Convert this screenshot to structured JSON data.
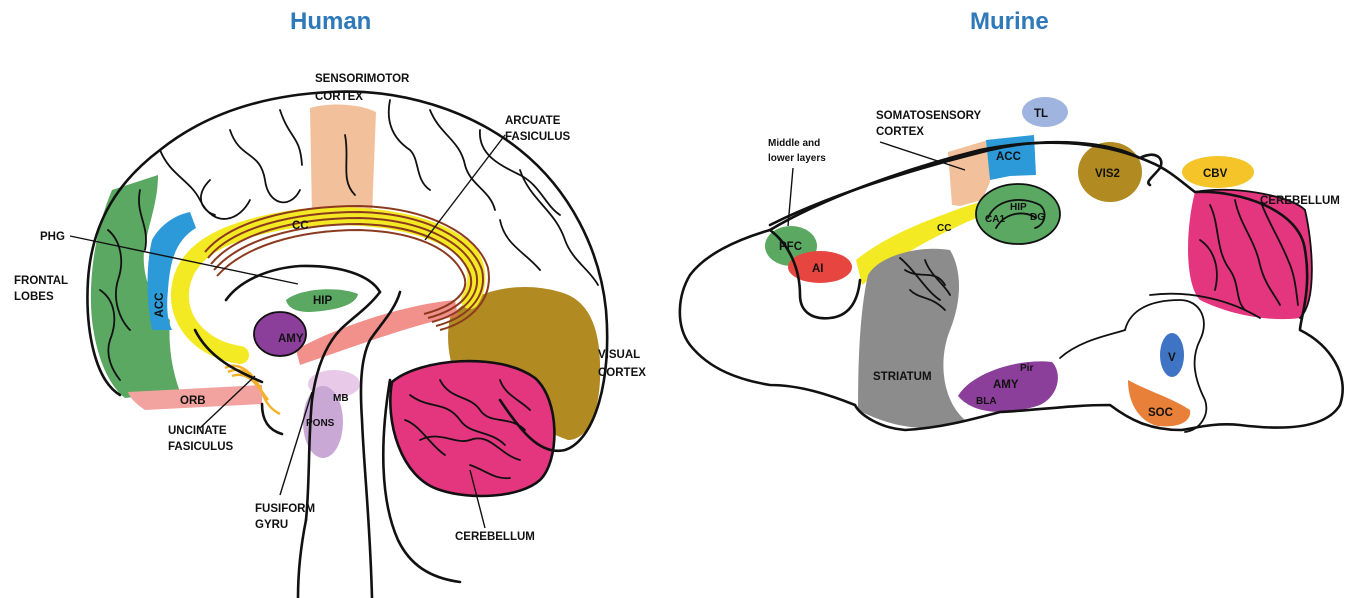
{
  "human": {
    "title": "Human",
    "labels": {
      "sensorimotor_1": "SENSORIMOTOR",
      "sensorimotor_2": "CORTEX",
      "arcuate_1": "ARCUATE",
      "arcuate_2": "FASICULUS",
      "cc": "CC",
      "phg": "PHG",
      "frontal_1": "FRONTAL",
      "frontal_2": "LOBES",
      "acc": "ACC",
      "hip": "HIP",
      "amy": "AMY",
      "visual_1": "VISUAL",
      "visual_2": "CORTEX",
      "orb": "ORB",
      "mb": "MB",
      "pons": "PONS",
      "uncinate_1": "UNCINATE",
      "uncinate_2": "FASICULUS",
      "fusiform_1": "FUSIFORM",
      "fusiform_2": "GYRU",
      "cerebellum": "CEREBELLUM"
    }
  },
  "murine": {
    "title": "Murine",
    "labels": {
      "tl": "TL",
      "somato_1": "SOMATOSENSORY",
      "somato_2": "CORTEX",
      "middle_1": "Middle and",
      "middle_2": "lower layers",
      "acc": "ACC",
      "vis2": "VIS2",
      "cbv": "CBV",
      "cerebellum": "CEREBELLUM",
      "hip": "HIP",
      "ca1": "CA1",
      "dg": "DG",
      "cc": "CC",
      "pfc": "PFC",
      "ai": "AI",
      "striatum": "STRIATUM",
      "pir": "Pir",
      "amy": "AMY",
      "bla": "BLA",
      "v": "V",
      "soc": "SOC"
    }
  },
  "colors": {
    "title": "#2e79b9",
    "green": "#5aa862",
    "blue": "#2c9ad8",
    "yellow": "#f3ea23",
    "brown_tract": "#8b3a1f",
    "peach": "#f2c09a",
    "purple": "#8b3f9a",
    "olive": "#b18a22",
    "magenta": "#e4357f",
    "pink": "#f2a3a0",
    "red": "#e6463f",
    "gray": "#8c8c8c",
    "lavender": "#c9a8d6",
    "orange": "#e8803a",
    "light_blue": "#9fb4df",
    "gold": "#f4c428"
  }
}
